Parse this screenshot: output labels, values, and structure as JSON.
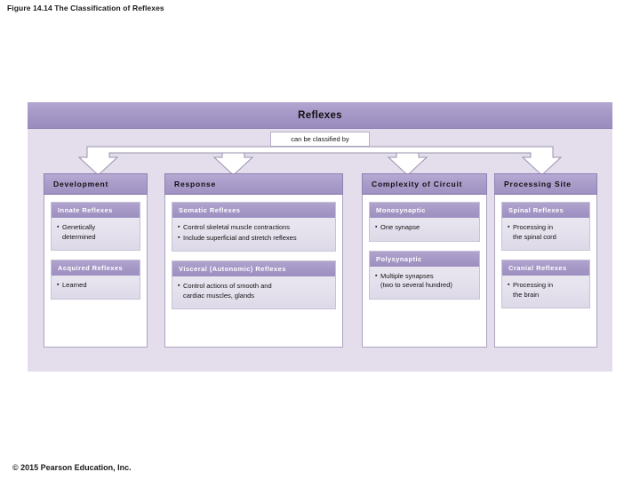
{
  "slide": {
    "title": "Figure 14.14 The Classification of Reflexes",
    "copyright": "© 2015 Pearson Education, Inc."
  },
  "diagram": {
    "root_label": "Reflexes",
    "connector_label": "can be classified by",
    "colors": {
      "panel_background": "#e3ddec",
      "header_purple": "#a294c4",
      "subbox_header_purple": "#a396c5",
      "subbox_body": "#e6e3ee",
      "column_body": "#ffffff",
      "text_dark": "#101010",
      "text_light": "#ffffff"
    },
    "columns": [
      {
        "header": "Development",
        "boxes": [
          {
            "title": "Innate Reflexes",
            "bullets": [
              "Genetically\ndetermined"
            ]
          },
          {
            "title": "Acquired Reflexes",
            "bullets": [
              "Learned"
            ]
          }
        ]
      },
      {
        "header": "Response",
        "boxes": [
          {
            "title": "Somatic Reflexes",
            "bullets": [
              "Control skeletal muscle contractions",
              "Include superficial and stretch reflexes"
            ]
          },
          {
            "title": "Visceral (Autonomic) Reflexes",
            "bullets": [
              "Control actions of smooth and\ncardiac muscles, glands"
            ]
          }
        ]
      },
      {
        "header": "Complexity of Circuit",
        "boxes": [
          {
            "title": "Monosynaptic",
            "bullets": [
              "One synapse"
            ]
          },
          {
            "title": "Polysynaptic",
            "bullets": [
              "Multiple synapses\n(two to several hundred)"
            ]
          }
        ]
      },
      {
        "header": "Processing Site",
        "boxes": [
          {
            "title": "Spinal Reflexes",
            "bullets": [
              "Processing in\nthe spinal cord"
            ]
          },
          {
            "title": "Cranial Reflexes",
            "bullets": [
              "Processing in\nthe brain"
            ]
          }
        ]
      }
    ]
  }
}
